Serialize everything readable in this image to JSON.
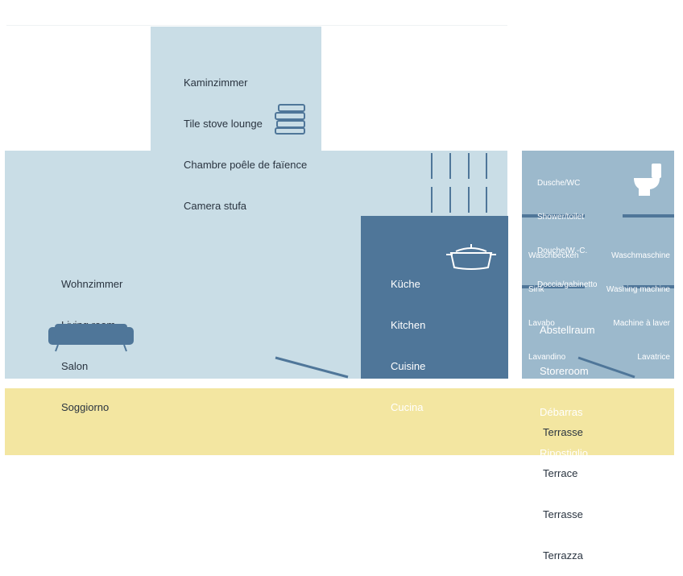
{
  "rooms": {
    "kaminzimmer": [
      "Kaminzimmer",
      "Tile stove lounge",
      "Chambre poêle de faïence",
      "Camera stufa"
    ],
    "wohnzimmer": [
      "Wohnzimmer",
      "Living room",
      "Salon",
      "Soggiorno"
    ],
    "kueche": [
      "Küche",
      "Kitchen",
      "Cuisine",
      "Cucina"
    ],
    "dusche": [
      "Dusche/WC",
      "Shower/toilet",
      "Douche/W.-C.",
      "Doccia/gabinetto"
    ],
    "waschbecken": [
      "Waschbecken",
      "Sink",
      "Lavabo",
      "Lavandino"
    ],
    "waschmaschine": [
      "Waschmaschine",
      "Washing machine",
      "Machine à laver",
      "Lavatrice"
    ],
    "abstellraum": [
      "Abstellraum",
      "Storeroom",
      "Débarras",
      "Ripostiglio"
    ],
    "terrasse": [
      "Terrasse",
      "Terrace",
      "Terrasse",
      "Terrazza"
    ]
  },
  "icons": [
    "books-icon",
    "sofa-icon",
    "pot-icon",
    "toilet-icon",
    "shelves-icon"
  ],
  "colors": {
    "light_room": "#c9dde6",
    "mid_room": "#9cb9cc",
    "dark_room": "#4f7699",
    "terrace": "#f3e6a1",
    "text": "#2a3440"
  }
}
